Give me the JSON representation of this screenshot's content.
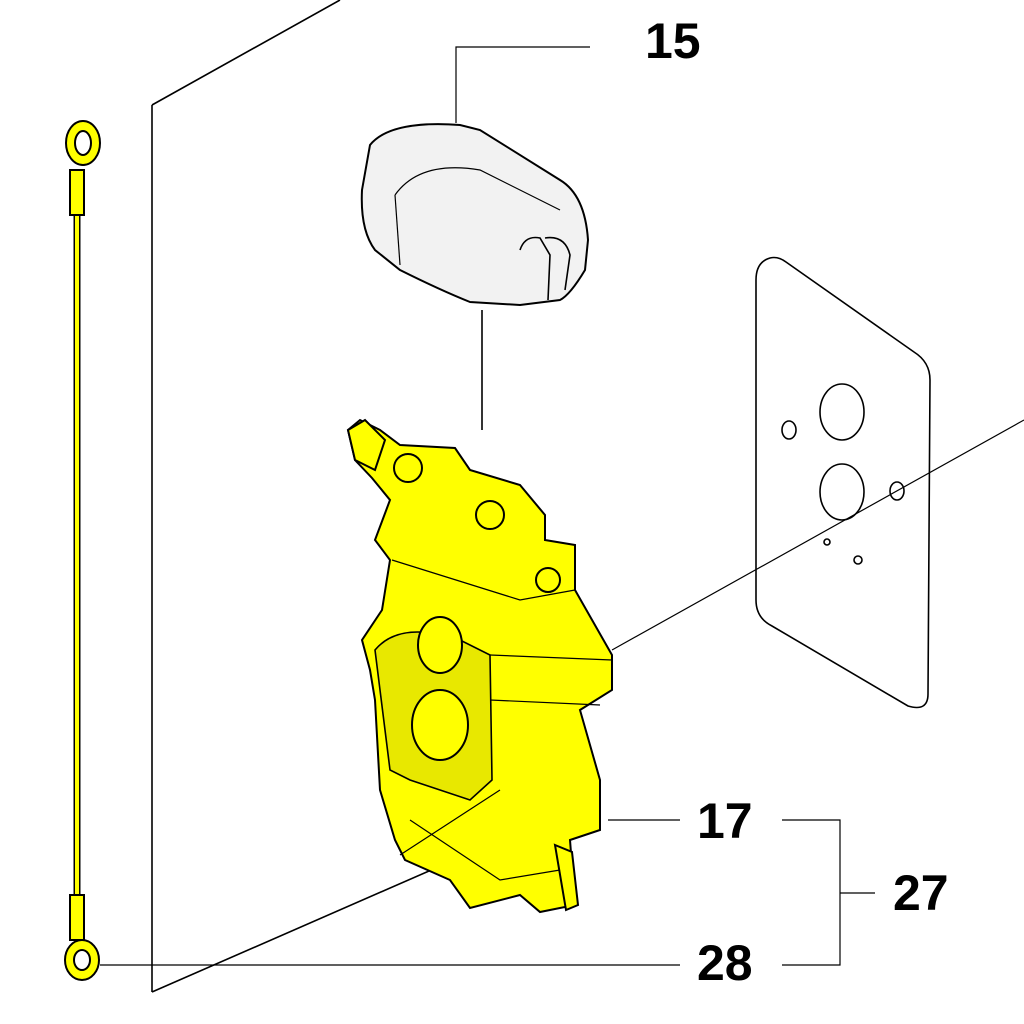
{
  "diagram": {
    "callouts": [
      {
        "id": "15",
        "label": "15",
        "part": "cap"
      },
      {
        "id": "17",
        "label": "17",
        "part": "carburetor"
      },
      {
        "id": "27",
        "label": "27",
        "part": "carburetor-kit"
      },
      {
        "id": "28",
        "label": "28",
        "part": "ground-wire"
      }
    ],
    "colors": {
      "highlight": "#ffff00",
      "line": "#000000",
      "background": "#ffffff"
    }
  }
}
